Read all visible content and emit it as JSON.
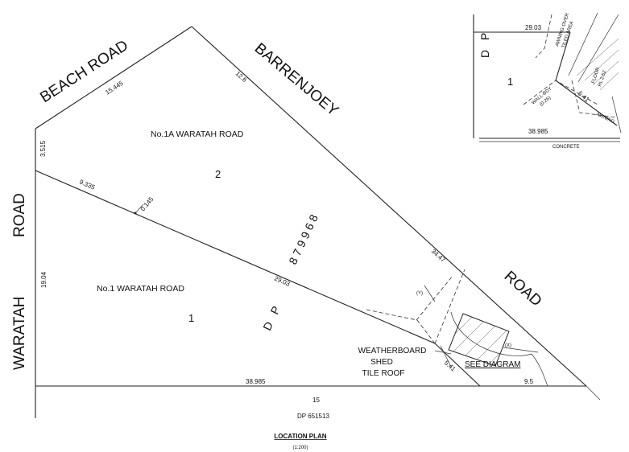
{
  "roads": {
    "beach_road": "BEACH   ROAD",
    "barrenjoey": "BARRENJOEY",
    "road_right": "ROAD",
    "road_left": "ROAD",
    "waratah": "WARATAH"
  },
  "lots": {
    "lot1a_name": "No.1A WARATAH ROAD",
    "lot2_number": "2",
    "lot1_name": "No.1 WARATAH ROAD",
    "lot1_number": "1",
    "dp_number": "879968",
    "dp_label": "D P"
  },
  "dimensions": {
    "beach_road_frontage": "15.445",
    "barrenjoey_frontage": "12.6",
    "left_upper": "3.515",
    "division_left": "9.335",
    "offset": "0.145",
    "division_right": "29.03",
    "left_lower": "19.04",
    "barrenjoey_lower": "34.47",
    "rear_boundary": "38.985",
    "rear_right": "9.5",
    "shed_dim": "5.41"
  },
  "labels": {
    "y_marker": "(Y)",
    "x_marker": "(X)",
    "shed_line1": "WEATHERBOARD",
    "shed_line2": "SHED",
    "shed_line3": "TILE ROOF",
    "see_diagram": "SEE DIAGRAM",
    "adjoining_lot": "15",
    "adjoining_dp": "DP  651513",
    "title": "LOCATION PLAN",
    "scale": "(1:200)"
  },
  "inset": {
    "dp_label": "D P",
    "lot_number": "1",
    "dim_top": "29.03",
    "awning_over": "AWNING OVER",
    "tiled_area": "TILED AREA",
    "floor": "FLOOR",
    "rl": "RL 2.52",
    "wall_bdy": "WALL-BDY",
    "wall_offset": "(0.26)",
    "dim_side": "5.41",
    "awning": "AWNING",
    "dim_bottom": "38.985",
    "concrete": "CONCRETE"
  }
}
